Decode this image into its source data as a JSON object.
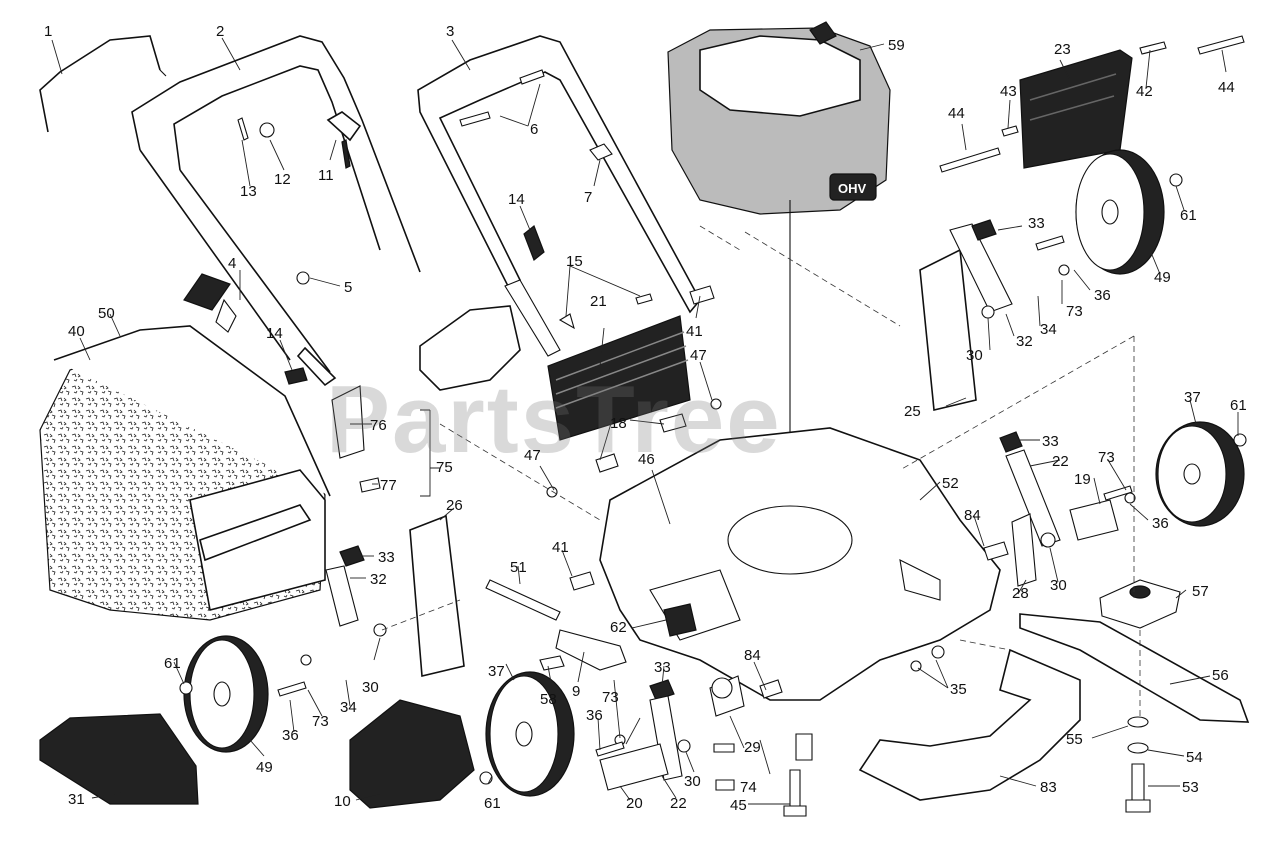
{
  "watermark": "PartsTree",
  "engine_badge": "OHV",
  "callouts": [
    {
      "id": "c1",
      "label": "1"
    },
    {
      "id": "c2",
      "label": "2"
    },
    {
      "id": "c3",
      "label": "3"
    },
    {
      "id": "c4",
      "label": "4"
    },
    {
      "id": "c5",
      "label": "5"
    },
    {
      "id": "c6",
      "label": "6"
    },
    {
      "id": "c7",
      "label": "7"
    },
    {
      "id": "c9",
      "label": "9"
    },
    {
      "id": "c10",
      "label": "10"
    },
    {
      "id": "c11",
      "label": "11"
    },
    {
      "id": "c12",
      "label": "12"
    },
    {
      "id": "c13",
      "label": "13"
    },
    {
      "id": "c14a",
      "label": "14"
    },
    {
      "id": "c14b",
      "label": "14"
    },
    {
      "id": "c15",
      "label": "15"
    },
    {
      "id": "c18",
      "label": "18"
    },
    {
      "id": "c19",
      "label": "19"
    },
    {
      "id": "c20",
      "label": "20"
    },
    {
      "id": "c21",
      "label": "21"
    },
    {
      "id": "c22a",
      "label": "22"
    },
    {
      "id": "c22b",
      "label": "22"
    },
    {
      "id": "c23",
      "label": "23"
    },
    {
      "id": "c25",
      "label": "25"
    },
    {
      "id": "c26",
      "label": "26"
    },
    {
      "id": "c28",
      "label": "28"
    },
    {
      "id": "c29",
      "label": "29"
    },
    {
      "id": "c30a",
      "label": "30"
    },
    {
      "id": "c30b",
      "label": "30"
    },
    {
      "id": "c30c",
      "label": "30"
    },
    {
      "id": "c30d",
      "label": "30"
    },
    {
      "id": "c31",
      "label": "31"
    },
    {
      "id": "c32a",
      "label": "32"
    },
    {
      "id": "c32b",
      "label": "32"
    },
    {
      "id": "c33a",
      "label": "33"
    },
    {
      "id": "c33b",
      "label": "33"
    },
    {
      "id": "c33c",
      "label": "33"
    },
    {
      "id": "c33d",
      "label": "33"
    },
    {
      "id": "c34a",
      "label": "34"
    },
    {
      "id": "c34b",
      "label": "34"
    },
    {
      "id": "c35",
      "label": "35"
    },
    {
      "id": "c36a",
      "label": "36"
    },
    {
      "id": "c36b",
      "label": "36"
    },
    {
      "id": "c36c",
      "label": "36"
    },
    {
      "id": "c36d",
      "label": "36"
    },
    {
      "id": "c37a",
      "label": "37"
    },
    {
      "id": "c37b",
      "label": "37"
    },
    {
      "id": "c40",
      "label": "40"
    },
    {
      "id": "c41a",
      "label": "41"
    },
    {
      "id": "c41b",
      "label": "41"
    },
    {
      "id": "c42",
      "label": "42"
    },
    {
      "id": "c43",
      "label": "43"
    },
    {
      "id": "c44a",
      "label": "44"
    },
    {
      "id": "c44b",
      "label": "44"
    },
    {
      "id": "c45",
      "label": "45"
    },
    {
      "id": "c46",
      "label": "46"
    },
    {
      "id": "c47a",
      "label": "47"
    },
    {
      "id": "c47b",
      "label": "47"
    },
    {
      "id": "c49a",
      "label": "49"
    },
    {
      "id": "c49b",
      "label": "49"
    },
    {
      "id": "c50",
      "label": "50"
    },
    {
      "id": "c51",
      "label": "51"
    },
    {
      "id": "c52",
      "label": "52"
    },
    {
      "id": "c53",
      "label": "53"
    },
    {
      "id": "c54",
      "label": "54"
    },
    {
      "id": "c55",
      "label": "55"
    },
    {
      "id": "c56",
      "label": "56"
    },
    {
      "id": "c57",
      "label": "57"
    },
    {
      "id": "c58",
      "label": "58"
    },
    {
      "id": "c59",
      "label": "59"
    },
    {
      "id": "c61a",
      "label": "61"
    },
    {
      "id": "c61b",
      "label": "61"
    },
    {
      "id": "c61c",
      "label": "61"
    },
    {
      "id": "c61d",
      "label": "61"
    },
    {
      "id": "c62",
      "label": "62"
    },
    {
      "id": "c73a",
      "label": "73"
    },
    {
      "id": "c73b",
      "label": "73"
    },
    {
      "id": "c73c",
      "label": "73"
    },
    {
      "id": "c73d",
      "label": "73"
    },
    {
      "id": "c74",
      "label": "74"
    },
    {
      "id": "c75",
      "label": "75"
    },
    {
      "id": "c76",
      "label": "76"
    },
    {
      "id": "c77",
      "label": "77"
    },
    {
      "id": "c83",
      "label": "83"
    },
    {
      "id": "c84a",
      "label": "84"
    },
    {
      "id": "c84b",
      "label": "84"
    }
  ]
}
